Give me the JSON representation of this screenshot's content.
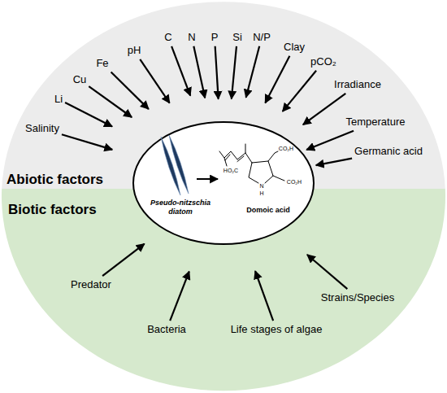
{
  "diagram": {
    "nodes": [
      {
        "text": [
          "Abiotic factors"
        ]
      },
      {
        "text": [
          "Biotic factors"
        ]
      },
      {
        "text": [
          "Pseudo-nitzschia diatom",
          "Domoic acid"
        ]
      }
    ],
    "labels": [
      "Salinity",
      "Li",
      "Cu",
      "Fe",
      "pH",
      "C",
      "N",
      "P",
      "Si",
      "N/P",
      "Clay",
      "pCO₂",
      "Irradiance",
      "Temperature",
      "Germanic acid",
      "CO₂H",
      "HO₂C",
      "CO₂H",
      "N",
      "H",
      "Predator",
      "Bacteria",
      "Life stages of algae",
      "Strains/Species"
    ]
  }
}
